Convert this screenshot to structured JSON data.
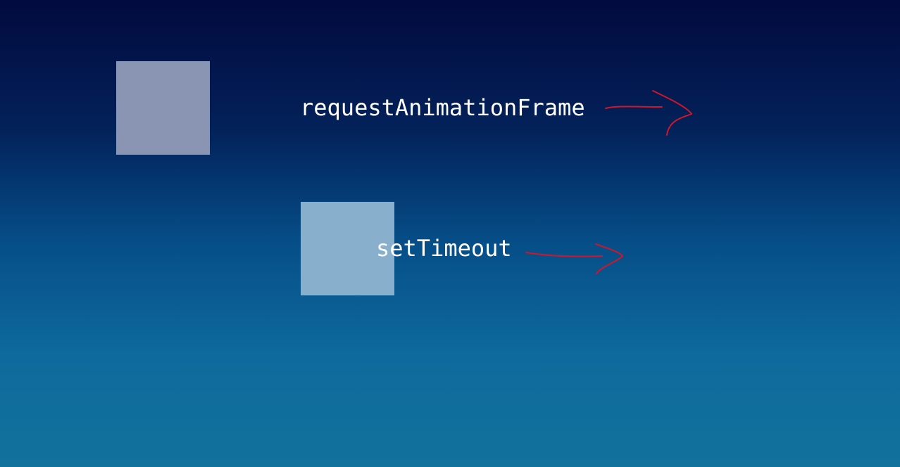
{
  "labels": {
    "raf": "requestAnimationFrame",
    "set_timeout": "setTimeout"
  },
  "colors": {
    "box_raf": "#8a95b3",
    "box_set_timeout": "#88afcb",
    "arrow": "#d0162a"
  },
  "icons": {
    "arrow_raf": "hand-drawn-arrow-right",
    "arrow_set_timeout": "hand-drawn-arrow-right"
  }
}
